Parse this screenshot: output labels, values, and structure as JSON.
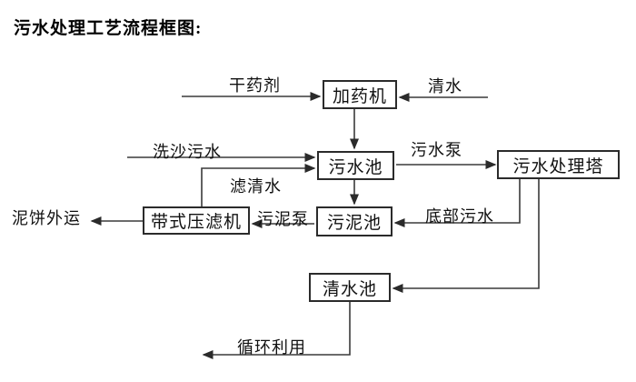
{
  "title": "污水处理工艺流程框图:",
  "nodes": {
    "dosing_machine": "加药机",
    "sewage_pool": "污水池",
    "treatment_tower": "污水处理塔",
    "sludge_pool": "污泥池",
    "belt_filter_press": "带式压滤机",
    "clean_water_pool": "清水池"
  },
  "edge_labels": {
    "dry_chemical": "干药剂",
    "clean_water": "清水",
    "sand_washing_sewage": "洗沙污水",
    "sewage_pump": "污水泵",
    "filtered_water": "滤清水",
    "bottom_sewage": "底部污水",
    "sludge_pump": "污泥泵",
    "mud_cake_out": "泥饼外运",
    "recycle_use": "循环利用"
  },
  "edges": [
    {
      "from": "干药剂(来料)",
      "to": "加药机",
      "label": "干药剂"
    },
    {
      "from": "清水(来料)",
      "to": "加药机",
      "label": "清水"
    },
    {
      "from": "加药机",
      "to": "污水池",
      "label": ""
    },
    {
      "from": "洗沙污水(来料)",
      "to": "污水池",
      "label": "洗沙污水"
    },
    {
      "from": "带式压滤机",
      "to": "污水池",
      "label": "滤清水"
    },
    {
      "from": "污水池",
      "to": "污水处理塔",
      "label": "污水泵"
    },
    {
      "from": "污水池",
      "to": "污泥池",
      "label": ""
    },
    {
      "from": "污水处理塔",
      "to": "污泥池",
      "label": "底部污水"
    },
    {
      "from": "污水处理塔",
      "to": "清水池",
      "label": ""
    },
    {
      "from": "污泥池",
      "to": "带式压滤机",
      "label": "污泥泵"
    },
    {
      "from": "带式压滤机",
      "to": "外部",
      "label": "泥饼外运"
    },
    {
      "from": "清水池",
      "to": "外部",
      "label": "循环利用"
    }
  ],
  "colors": {
    "background": "#ffffff",
    "line": "#3a3a3a",
    "node_border": "#2b2b2b",
    "text": "#111111"
  }
}
